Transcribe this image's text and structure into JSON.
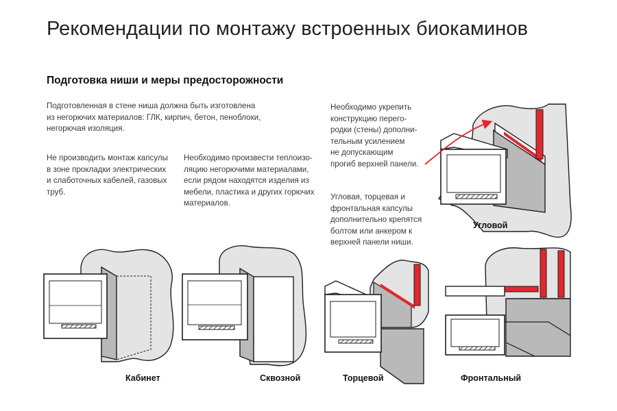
{
  "title": "Рекомендации по монтажу встроенных биокаминов",
  "section_title": "Подготовка ниши и меры предосторожности",
  "texts": {
    "materials": "Подготовленная в стене ниша должна быть изготовлена\nиз негорючих материалов: ГЛК, кирпич, бетон, пеноблоки,\nнегорючая изоляция.",
    "wiring": "Не производить монтаж капсулы\nв зоне прокладки электрических\nи слаботочных кабелей, газовых\nтруб.",
    "insulation": "Необходимо произвести теплоизо-\nляцию негорючими материалами,\nесли рядом находятся изделия из\nмебели, пластика и других горючих\nматериалов.",
    "reinforce": "Необходимо укрепить\nконструкцию перего-\nродки (стены) дополни-\nтельным усилением\nне допускающим\nпрогиб верхней панели.",
    "fixing": "Угловая, торцевая и\nфронтальная капсулы\nдополнительно крепятся\nболтом или анкером к\nверхней панели ниши."
  },
  "labels": {
    "corner": "Угловой",
    "cabinet": "Кабинет",
    "through": "Сквозной",
    "end": "Торцевой",
    "front": "Фронтальный"
  },
  "colors": {
    "wall_gray": "#e4e4e4",
    "niche_gray": "#b9b9b9",
    "reinforcement_red": "#e0282e",
    "line": "#1e1e1e"
  }
}
